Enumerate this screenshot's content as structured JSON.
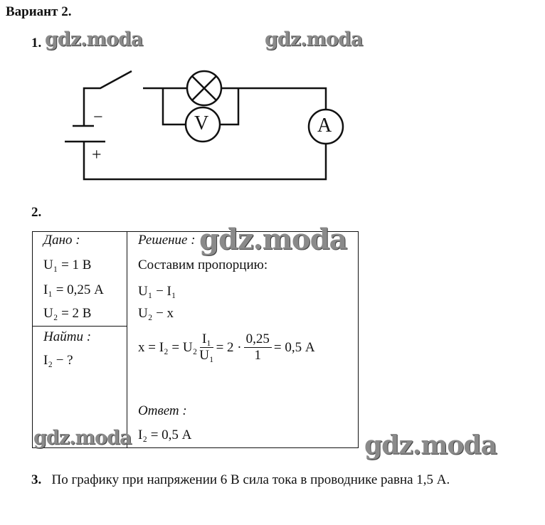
{
  "title": "Вариант 2.",
  "task1": {
    "number": "1.",
    "voltmeter_label": "V",
    "ammeter_label": "A",
    "minus_sign": "−",
    "plus_sign": "+"
  },
  "task2": {
    "number": "2.",
    "given_header": "Дано :",
    "given": [
      "U₁ = 1 В",
      "I₁ = 0,25 А",
      "U₂ = 2 В"
    ],
    "find_header": "Найти :",
    "find": "I₂ − ?",
    "solution_header": "Решение :",
    "solution_intro": "Составим пропорцию:",
    "proportion": [
      "U₁ − I₁",
      "U₂ − x"
    ],
    "formula_left": "x = I₂ = U₂",
    "frac1_num": "I₁",
    "frac1_den": "U₁",
    "formula_mid": "= 2 ·",
    "frac2_num": "0,25",
    "frac2_den": "1",
    "formula_right": "= 0,5 А",
    "answer_header": "Ответ :",
    "answer": "I₂ = 0,5 А"
  },
  "task3": {
    "number": "3.",
    "text": "По графику  при напряжении 6 В сила тока в проводнике равна 1,5 А."
  },
  "watermarks": [
    "gdz.moda",
    "gdz.moda",
    "gdz.moda",
    "gdz.moda",
    "gdz.moda"
  ]
}
